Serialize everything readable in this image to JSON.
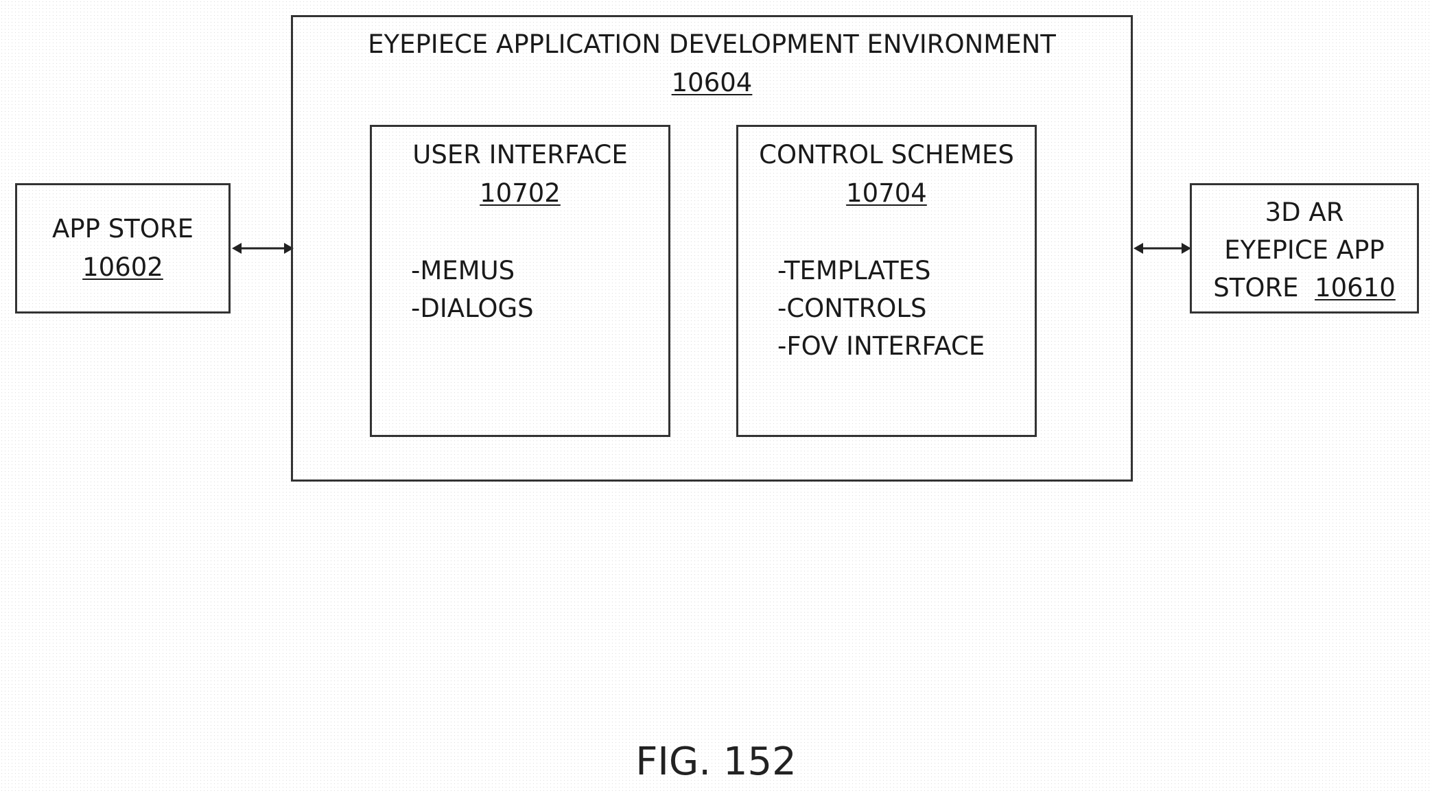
{
  "figure": {
    "caption": "FIG. 152"
  },
  "app_store": {
    "title": "APP STORE",
    "ref": "10602"
  },
  "environment": {
    "title": "EYEPIECE APPLICATION DEVELOPMENT ENVIRONMENT",
    "ref": "10604"
  },
  "user_interface": {
    "title": "USER INTERFACE",
    "ref": "10702",
    "items": [
      "-MEMUS",
      "-DIALOGS"
    ]
  },
  "control_schemes": {
    "title": "CONTROL SCHEMES",
    "ref": "10704",
    "items": [
      "-TEMPLATES",
      "-CONTROLS",
      "-FOV INTERFACE"
    ]
  },
  "ar_app_store": {
    "line1": "3D AR",
    "line2": "EYEPICE APP",
    "line3_prefix": "STORE",
    "ref": "10610"
  }
}
